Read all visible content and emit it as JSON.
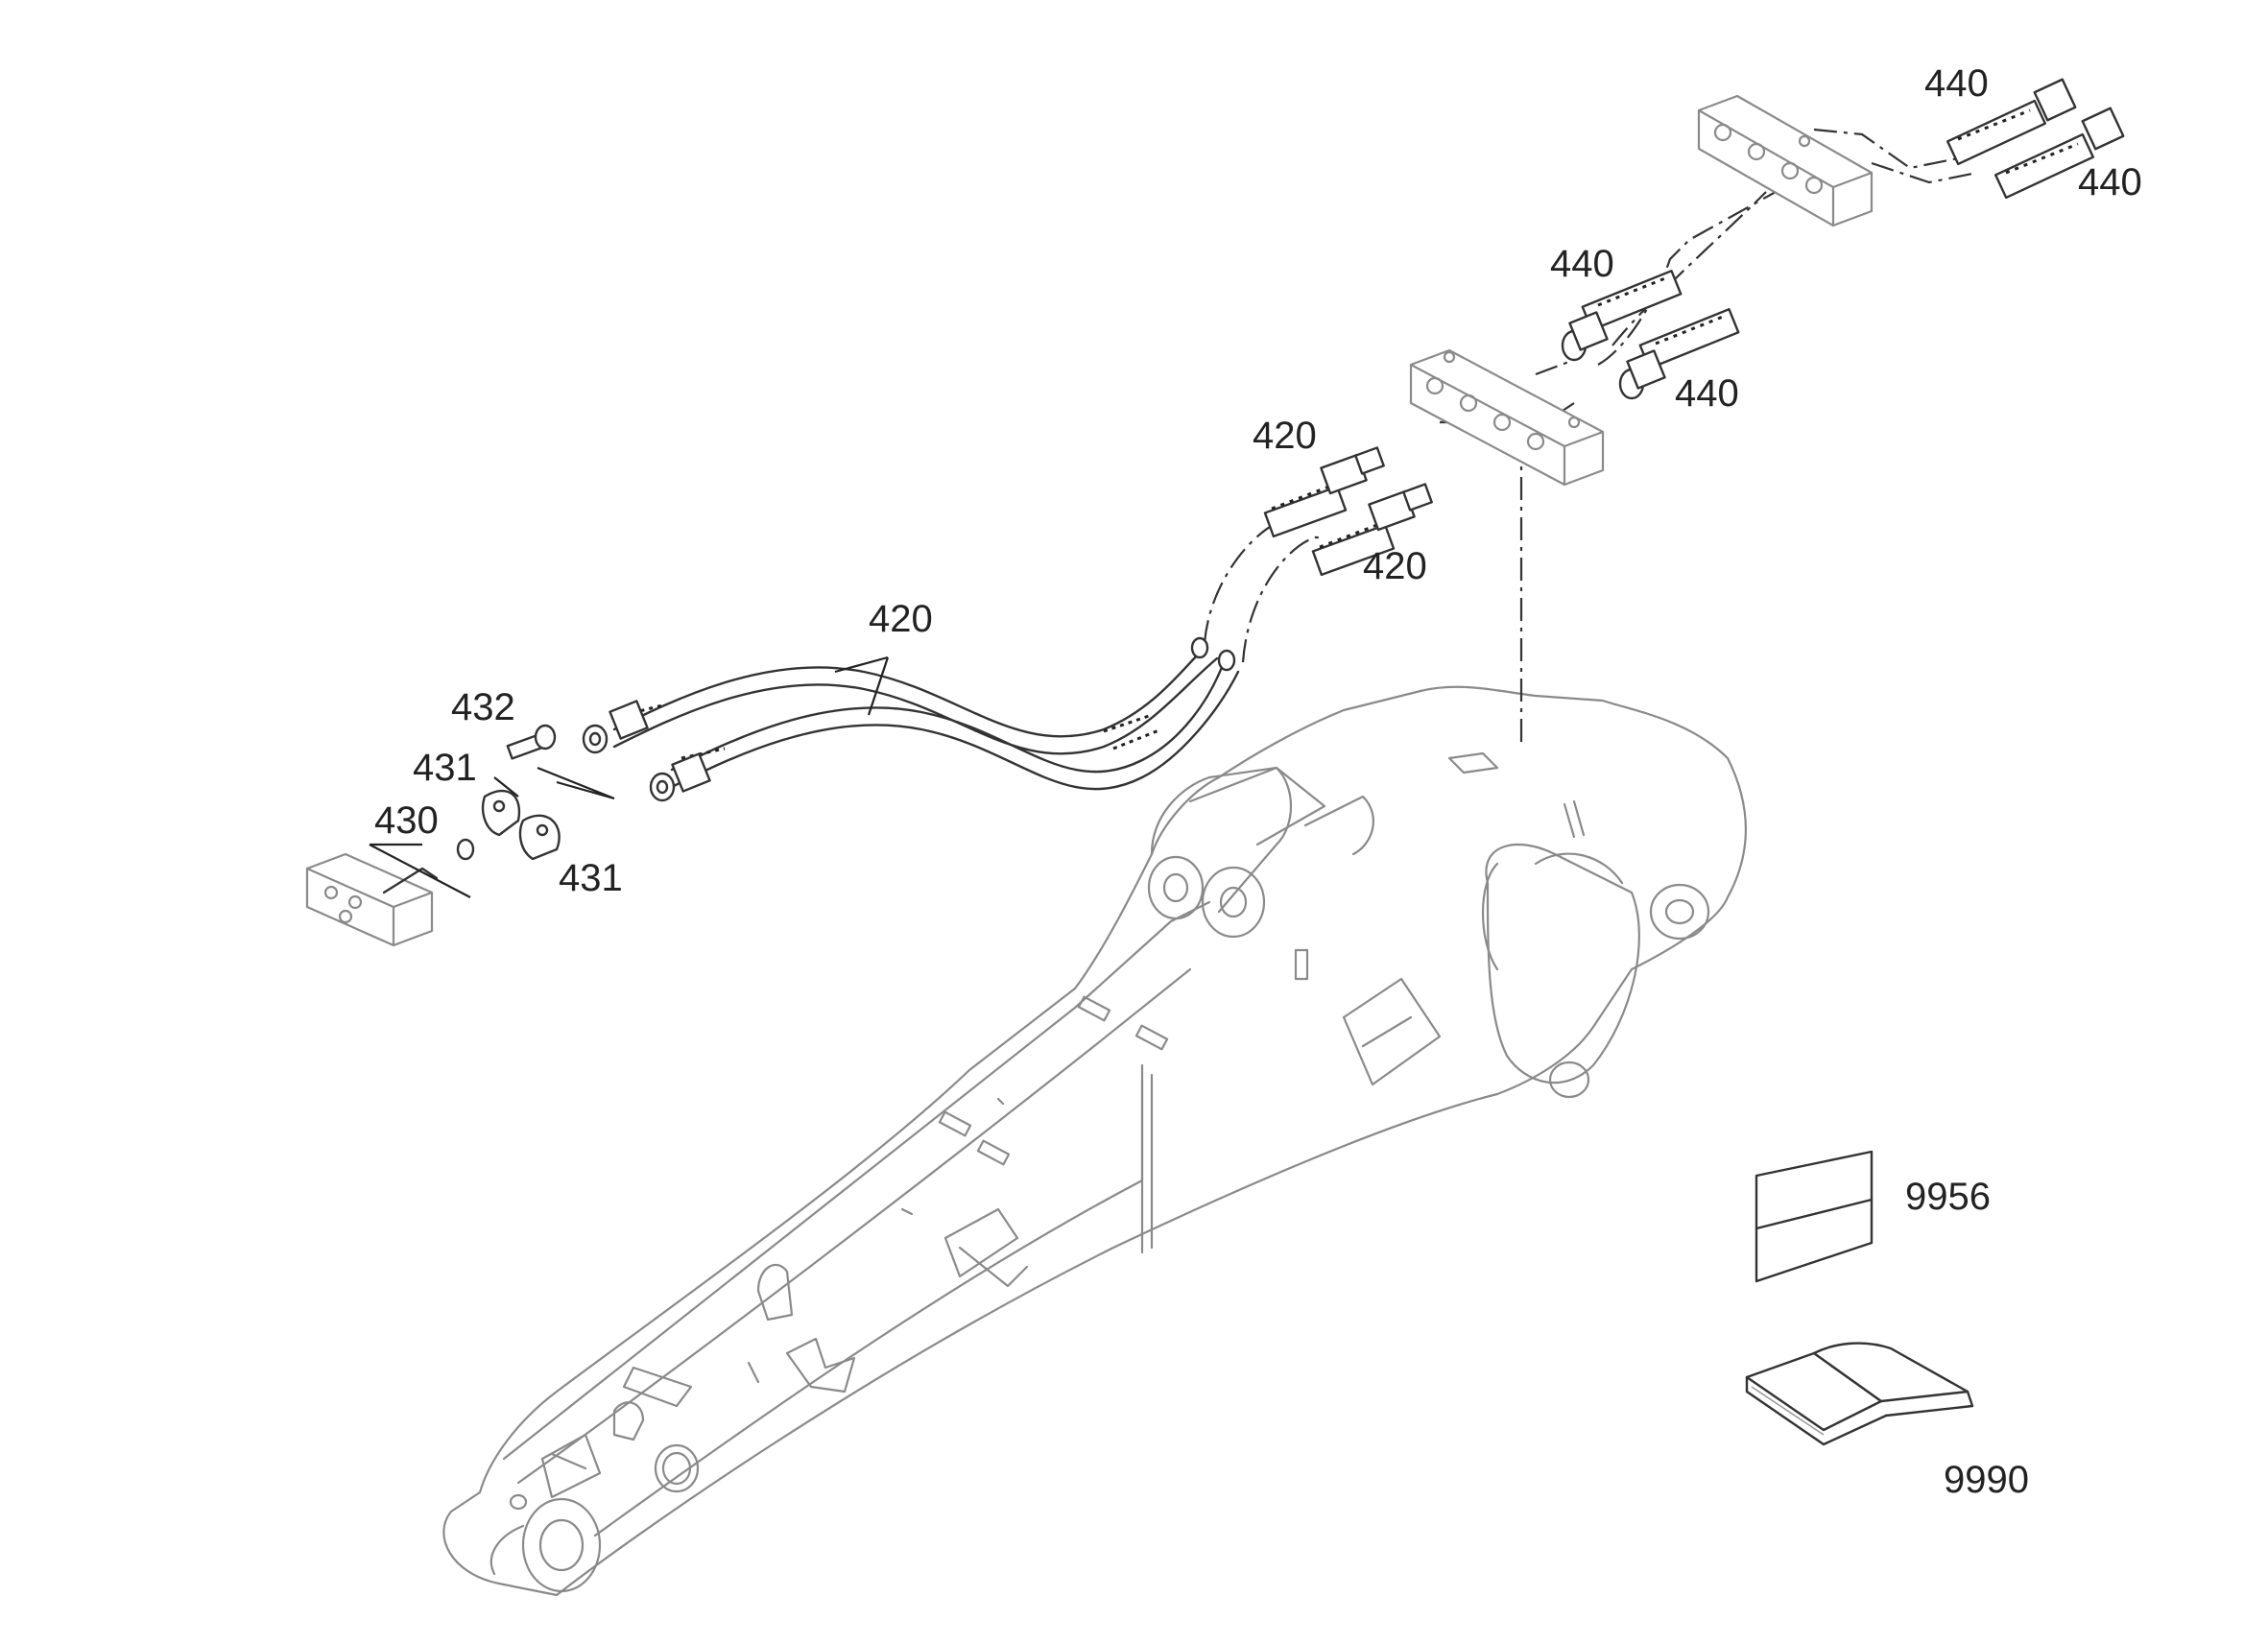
{
  "callouts": {
    "n420_main": "420",
    "n420_a": "420",
    "n420_b": "420",
    "n430": "430",
    "n431_a": "431",
    "n431_b": "431",
    "n432": "432",
    "n440_a": "440",
    "n440_b": "440",
    "n440_c": "440",
    "n440_d": "440",
    "n9956": "9956",
    "n9990": "9990"
  },
  "colors": {
    "outline": "#8a8a8a",
    "detail": "#333333",
    "text": "#222222"
  }
}
